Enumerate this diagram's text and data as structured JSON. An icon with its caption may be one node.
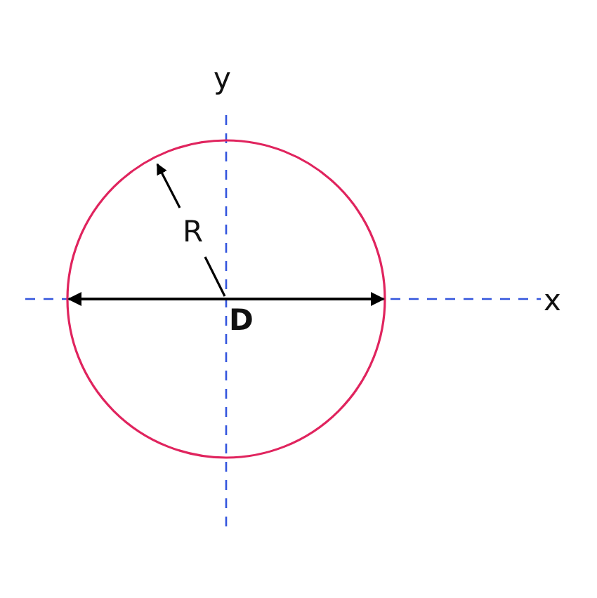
{
  "diagram": {
    "labels": [
      "y",
      "R",
      "x",
      "D"
    ]
  }
}
